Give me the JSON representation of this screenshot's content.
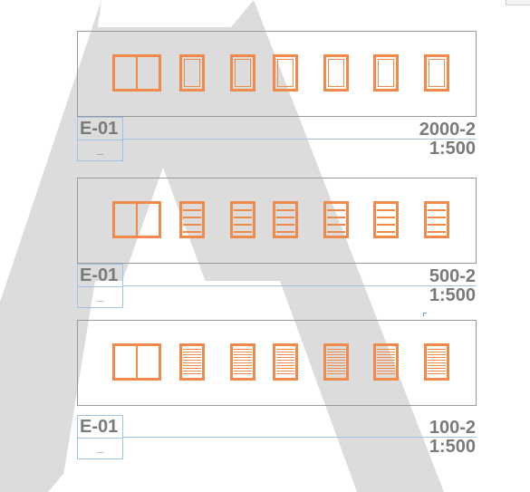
{
  "sections": [
    {
      "tag": "E-01",
      "sub": "_",
      "code": "2000-2",
      "scale": "1:500"
    },
    {
      "tag": "E-01",
      "sub": "_",
      "code": "500-2",
      "scale": "1:500"
    },
    {
      "tag": "E-01",
      "sub": "_",
      "code": "100-2",
      "scale": "1:500"
    }
  ],
  "colors": {
    "window": "#f08a4a",
    "text": "#7a7a7a",
    "guide": "#9fc3e8",
    "watermark": "#dcdcdc"
  }
}
